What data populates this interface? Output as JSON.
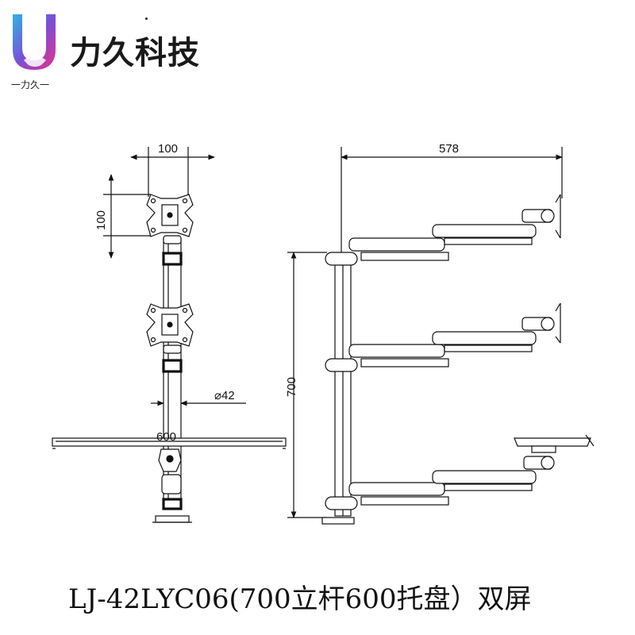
{
  "brand": {
    "name": "力久科技",
    "sub": "一力久一"
  },
  "dimensions": {
    "width_top": "100",
    "height_left": "100",
    "pole_diameter": "⌀42",
    "tray_width": "600",
    "arm_reach": "578",
    "pole_height": "700"
  },
  "caption": "LJ-42LYC06(700立杆600托盘）双屏"
}
